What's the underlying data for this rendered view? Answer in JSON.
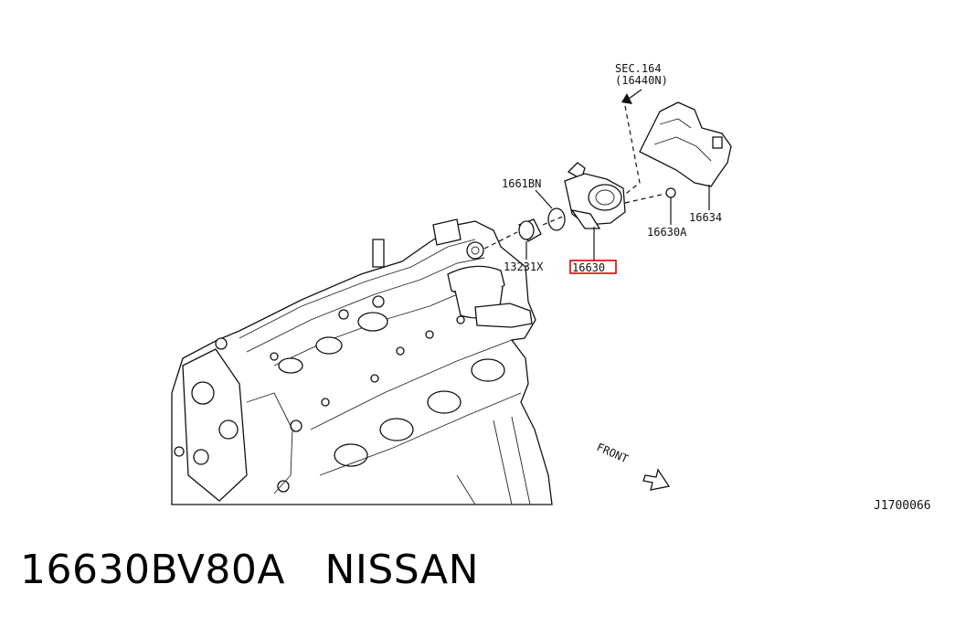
{
  "diagram": {
    "labels": {
      "sec_ref": "SEC.164",
      "sec_ref_part": "(16440N)",
      "part_16634": "16634",
      "part_16618n": "1661BN",
      "part_16630a": "16630A",
      "part_13231x": "13231X",
      "part_16630": "16630",
      "front": "FRONT",
      "diagram_code": "J1700066"
    },
    "highlight_color": "#e00000"
  },
  "caption": {
    "part_number": "16630BV80A",
    "brand": "NISSAN"
  }
}
